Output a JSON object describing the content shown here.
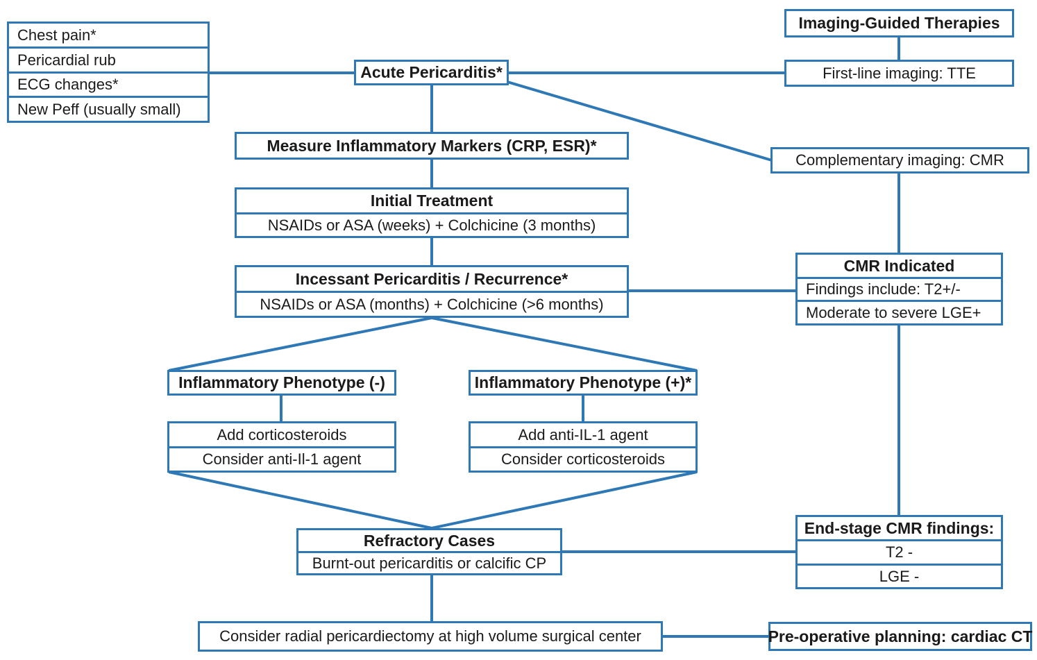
{
  "diagram": {
    "title": "Acute and recurrent pericarditis management with imaging-guided therapy",
    "accent_color": "#2e78b6",
    "text_color": "#1a1a1a",
    "background_color": "#ffffff"
  },
  "boxes": {
    "clinical_criteria": {
      "name": "clinical-criteria",
      "rows": [
        "Chest pain*",
        "Pericardial rub",
        "ECG changes*",
        "New Peff (usually small)"
      ]
    },
    "acute_pericarditis": {
      "name": "acute-pericarditis",
      "title": "Acute Pericarditis*"
    },
    "inflammatory_markers": {
      "name": "measure-inflammatory-markers",
      "title": "Measure Inflammatory Markers (CRP, ESR)*"
    },
    "initial_treatment": {
      "name": "initial-treatment",
      "title": "Initial Treatment",
      "detail": "NSAIDs or ASA (weeks) + Colchicine (3 months)"
    },
    "incessant_recurrence": {
      "name": "incessant-pericarditis-recurrence",
      "title": "Incessant Pericarditis / Recurrence*",
      "detail": "NSAIDs or ASA (months) + Colchicine (>6 months)"
    },
    "phenotype_negative": {
      "name": "inflammatory-phenotype-negative",
      "title": "Inflammatory Phenotype (-)"
    },
    "phenotype_negative_tx": {
      "name": "phenotype-negative-treatment",
      "rows": [
        "Add corticosteroids",
        "Consider anti-Il-1 agent"
      ]
    },
    "phenotype_positive": {
      "name": "inflammatory-phenotype-positive",
      "title": "Inflammatory Phenotype (+)*"
    },
    "phenotype_positive_tx": {
      "name": "phenotype-positive-treatment",
      "rows": [
        "Add anti-IL-1 agent",
        "Consider corticosteroids"
      ]
    },
    "refractory_cases": {
      "name": "refractory-cases",
      "title": "Refractory Cases",
      "detail": "Burnt-out pericarditis or calcific CP"
    },
    "pericardiectomy": {
      "name": "pericardiectomy-recommendation",
      "text": "Consider radial pericardiectomy at high volume surgical center"
    },
    "imaging_guided_therapies": {
      "name": "imaging-guided-therapies",
      "title": "Imaging-Guided Therapies"
    },
    "first_line_imaging": {
      "name": "first-line-imaging",
      "text": "First-line imaging: TTE"
    },
    "complementary_imaging": {
      "name": "complementary-imaging",
      "text": "Complementary imaging: CMR"
    },
    "cmr_indicated": {
      "name": "cmr-indicated",
      "title": "CMR Indicated",
      "rows": [
        "Findings include: T2+/-",
        "Moderate to severe LGE+"
      ]
    },
    "end_stage_cmr": {
      "name": "end-stage-cmr-findings",
      "title": "End-stage CMR findings:",
      "rows": [
        "T2 -",
        "LGE -"
      ]
    },
    "pre_operative_planning": {
      "name": "pre-operative-planning",
      "text": "Pre-operative planning: cardiac CT"
    }
  }
}
